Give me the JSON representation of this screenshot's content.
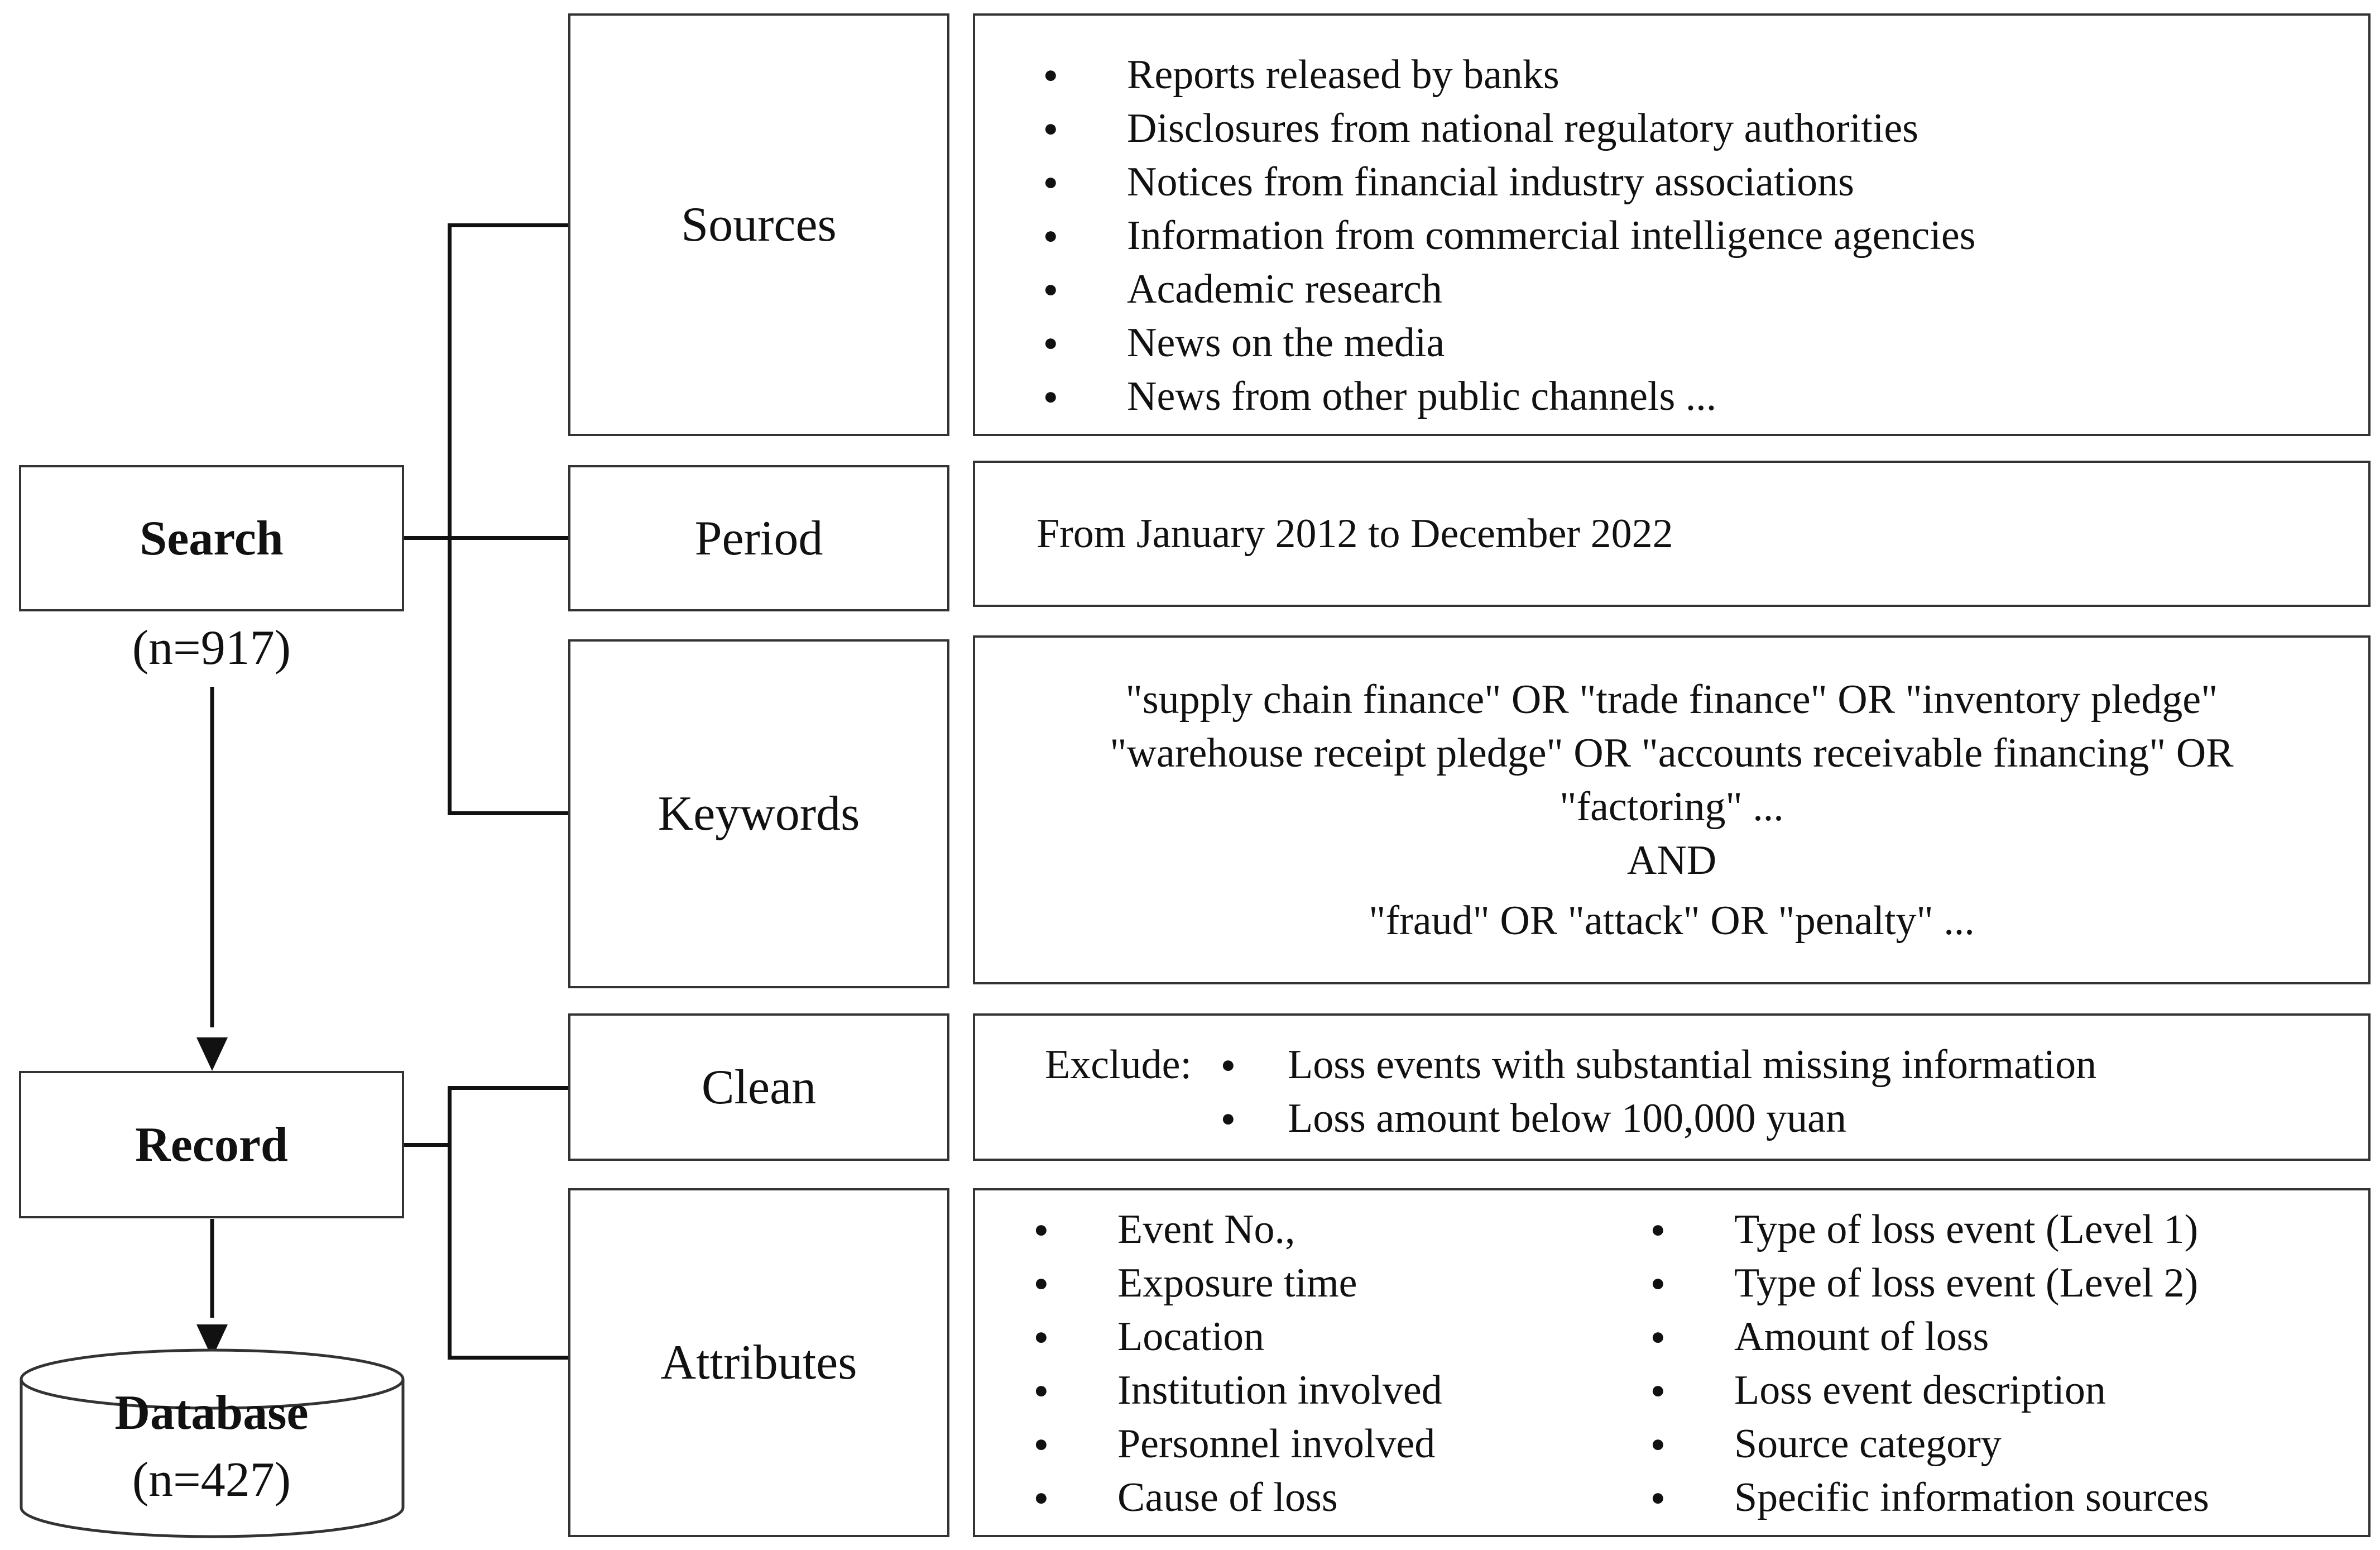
{
  "search": {
    "label": "Search",
    "count": "(n=917)"
  },
  "record": {
    "label": "Record"
  },
  "database": {
    "label": "Database",
    "count": "(n=427)"
  },
  "sources": {
    "label": "Sources",
    "items": [
      "Reports released by banks",
      "Disclosures from national regulatory authorities",
      "Notices from financial industry associations",
      "Information from commercial intelligence agencies",
      "Academic research",
      "News on the media",
      "News from other public channels ..."
    ]
  },
  "period": {
    "label": "Period",
    "text": "From January 2012 to December 2022"
  },
  "keywords": {
    "label": "Keywords",
    "lines": [
      "\"supply chain finance\" OR \"trade finance\"  OR \"inventory pledge\"",
      "\"warehouse receipt pledge\" OR \"accounts receivable financing\" OR",
      "\"factoring\" ...",
      "AND",
      "\"fraud\" OR \"attack\" OR \"penalty\"  ..."
    ]
  },
  "clean": {
    "label": "Clean",
    "exclude_label": "Exclude:",
    "items": [
      "Loss events with substantial missing information",
      "Loss amount below 100,000 yuan"
    ]
  },
  "attributes": {
    "label": "Attributes",
    "left_items": [
      "Event No.,",
      "Exposure time",
      "Location",
      "Institution involved",
      "Personnel involved",
      "Cause of loss"
    ],
    "right_items": [
      "Type of loss event (Level 1)",
      "Type of loss event (Level 2)",
      "Amount of loss",
      "Loss event description",
      "Source category",
      "Specific information sources"
    ]
  },
  "colors": {
    "border": "#333333",
    "line": "#111111",
    "text": "#111111",
    "background": "#ffffff"
  }
}
